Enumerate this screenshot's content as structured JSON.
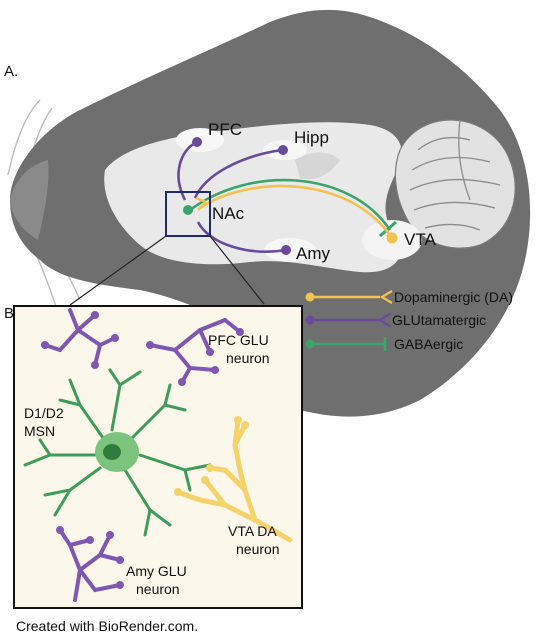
{
  "panel_labels": {
    "a": "A.",
    "b": "B."
  },
  "regions": {
    "pfc": "PFC",
    "hipp": "Hipp",
    "nac": "NAc",
    "amy": "Amy",
    "vta": "VTA"
  },
  "legend": [
    {
      "key": "da",
      "label": "Dopaminergic (DA)",
      "color": "#f2c14e"
    },
    {
      "key": "glu",
      "label": "GLUtamatergic",
      "color": "#6a4a9c"
    },
    {
      "key": "gaba",
      "label": "GABAergic",
      "color": "#3aa46a"
    }
  ],
  "inset": {
    "pfc_glu_line1": "PFC GLU",
    "pfc_glu_line2": "neuron",
    "msn_line1": "D1/D2",
    "msn_line2": "MSN",
    "vta_da_line1": "VTA DA",
    "vta_da_line2": "neuron",
    "amy_glu_line1": "Amy GLU",
    "amy_glu_line2": "neuron"
  },
  "footer": "Created with BioRender.com.",
  "colors": {
    "brain_dark": "#6f6f6f",
    "brain_light": "#e9e9e9",
    "inset_bg": "#fbf7ea",
    "nac_box": "#1f2a6b"
  }
}
